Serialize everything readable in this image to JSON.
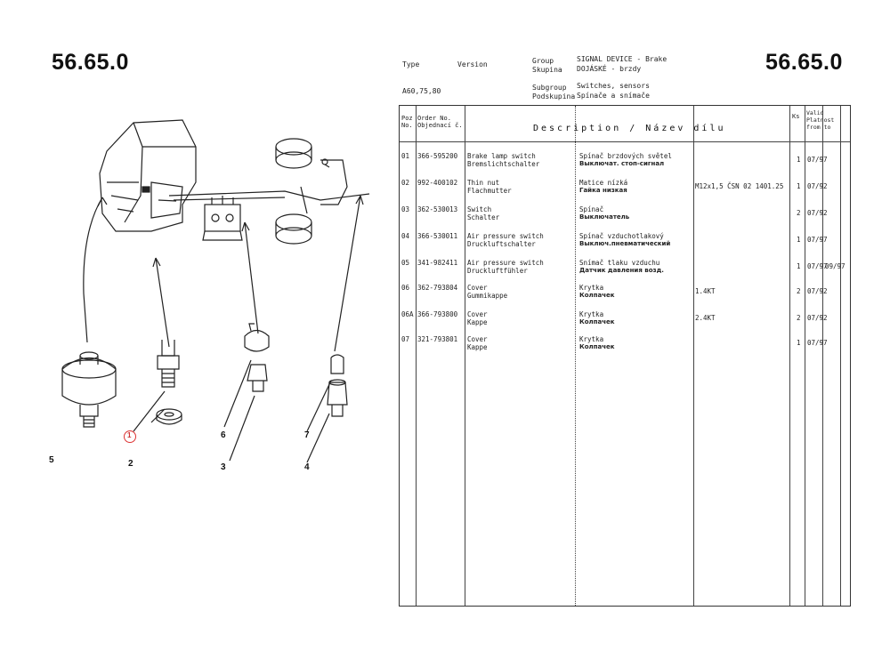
{
  "page_number": "56.65.0",
  "header": {
    "type_label": "Type",
    "version_label": "Version",
    "type_value": "A60,75,80",
    "group_label_1": "Group",
    "group_label_2": "Skupina",
    "group_value_1": "SIGNAL DEVICE - Brake",
    "group_value_2": "DOJÁSKÉ - brzdy",
    "subgroup_label_1": "Subgroup",
    "subgroup_label_2": "Podskupina",
    "subgroup_value_1": "Switches, sensors",
    "subgroup_value_2": "Spínače a snímače"
  },
  "table": {
    "col_pos_1": "Poz",
    "col_pos_2": "No.",
    "col_order_1": "Order No.",
    "col_order_2": "Objednací č.",
    "description_title": "Description / Název dílu",
    "col_qty": "Ks",
    "col_valid_1": "Valid",
    "col_valid_2": "Platnost",
    "col_valid_3": "from",
    "col_valid_4": "to",
    "rows": [
      {
        "pos": "01",
        "order": "366-595200",
        "en": "Brake lamp switch",
        "de": "Bremslichtschalter",
        "cz": "Spínač brzdových světel",
        "ru": "Выключат. стоп-сигнал",
        "note": "",
        "qty": "1",
        "valid": "07/97",
        "to": ""
      },
      {
        "pos": "02",
        "order": "992-400102",
        "en": "Thin nut",
        "de": "Flachmutter",
        "cz": "Matice nízká",
        "ru": "Гайка низкая",
        "note": "M12x1,5 ČSN 02 1401.25",
        "qty": "1",
        "valid": "07/92",
        "to": ""
      },
      {
        "pos": "03",
        "order": "362-530013",
        "en": "Switch",
        "de": "Schalter",
        "cz": "Spínač",
        "ru": "Выключатель",
        "note": "",
        "qty": "2",
        "valid": "07/92",
        "to": ""
      },
      {
        "pos": "04",
        "order": "366-530011",
        "en": "Air pressure switch",
        "de": "Druckluftschalter",
        "cz": "Spínač vzduchotlakový",
        "ru": "Выключ.пневматический",
        "note": "",
        "qty": "1",
        "valid": "07/97",
        "to": ""
      },
      {
        "pos": "05",
        "order": "341-982411",
        "en": "Air pressure switch",
        "de": "Druckluftfühler",
        "cz": "Snímač tlaku vzduchu",
        "ru": "Датчик давления возд.",
        "note": "",
        "qty": "1",
        "valid": "07/97",
        "to": "09/97"
      },
      {
        "pos": "06",
        "order": "362-793804",
        "en": "Cover",
        "de": "Gummikappe",
        "cz": "Krytka",
        "ru": "Колпачек",
        "note": "1.4KT",
        "qty": "2",
        "valid": "07/92",
        "to": ""
      },
      {
        "pos": "06A",
        "order": "366-793800",
        "en": "Cover",
        "de": "Kappe",
        "cz": "Krytka",
        "ru": "Колпачек",
        "note": "2.4KT",
        "qty": "2",
        "valid": "07/92",
        "to": ""
      },
      {
        "pos": "07",
        "order": "321-793801",
        "en": "Cover",
        "de": "Kappe",
        "cz": "Krytka",
        "ru": "Колпачек",
        "note": "",
        "qty": "1",
        "valid": "07/97",
        "to": ""
      }
    ]
  },
  "callouts": [
    "5",
    "1",
    "2",
    "6",
    "3",
    "7",
    "4"
  ]
}
